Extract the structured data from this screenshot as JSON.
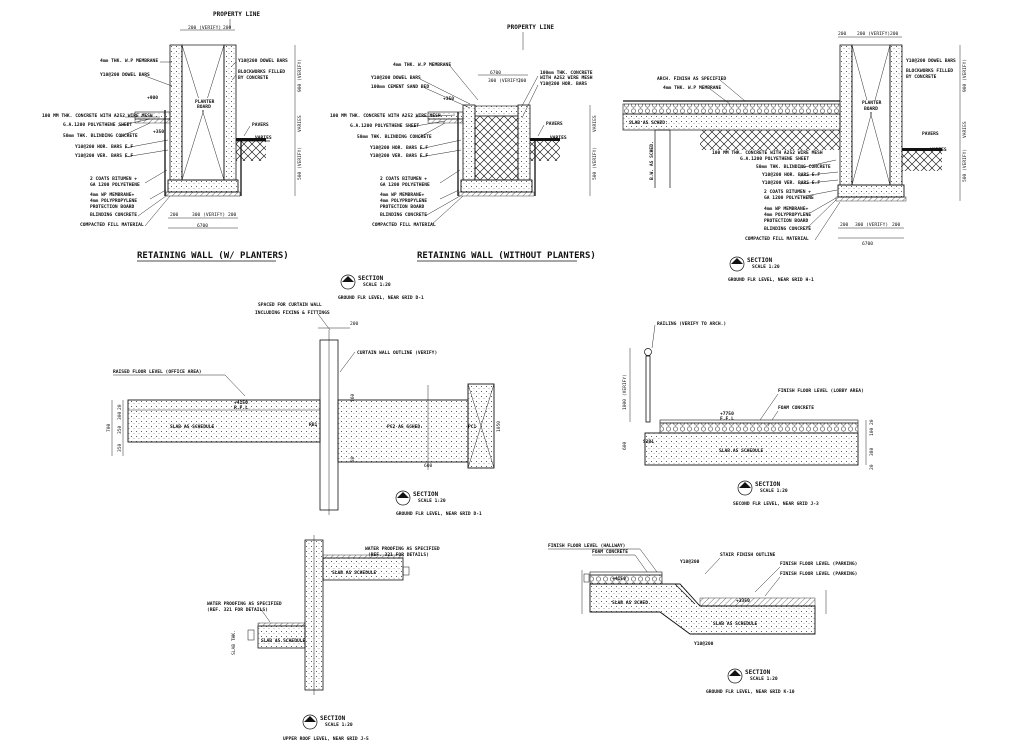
{
  "drawing": {
    "d1": {
      "property_line": "PROPERTY LINE",
      "top_dim": "200 (VERIFY)",
      "top_dim_side": "200",
      "notes_left": [
        "4mm THK. W.P MEMBRANE",
        "Y10@200 DOWEL BARS",
        "100 MM THK. CONCRETE WITH A252 WIRE MESH",
        "G.A.1200 POLYETHENE SHEET",
        "50mm THK. BLINDING CONCRETE",
        "Y10@200 HOR. BARS E.F",
        "Y10@200 VER. BARS E.F",
        "2 COATS BITUMEN +",
        "GA 1200 POLYETHENE",
        "4mm WP MEMBRANE+",
        "4mm POLYPROPYLENE",
        "PROTECTION BOARD",
        "BLINDING CONCRETE",
        "COMPACTED FILL MATERIAL"
      ],
      "notes_right": [
        "Y10@200 DOWEL BARS",
        "BLOCKWORKS FILLED",
        "BY CONCRETE",
        "PAVERS"
      ],
      "planter_label": [
        "PLANTER",
        "BOARD"
      ],
      "level": "+900",
      "level_low": "+350",
      "level_right": "VARIES",
      "dims_right": [
        "900 (VERIFY)",
        "VARIES",
        "500 (VERIFY)"
      ],
      "dims_bottom": [
        "200",
        "300 (VERIFY)",
        "200",
        "6700"
      ],
      "title": "RETAINING WALL (W/ PLANTERS)"
    },
    "d2": {
      "property_line": "PROPERTY LINE",
      "top_dim": "300 (VERIFY)",
      "top_dim_side": "200",
      "width_dim": "6700",
      "notes_left": [
        "4mm THK. W.P MEMBRANE",
        "Y10@200 DOWEL BARS",
        "100mm CEMENT SAND BED",
        "100 MM THK. CONCRETE WITH A252 WIRE MESH",
        "G.A.1200 POLYETHENE SHEET",
        "50mm THK. BLINDING CONCRETE",
        "Y10@200 HOR. BARS E.F",
        "Y10@200 VER. BARS E.F",
        "2 COATS BITUMEN +",
        "GA 1200 POLYETHENE",
        "4mm WP MEMBRANE+",
        "4mm POLYPROPYLENE",
        "PROTECTION BOARD",
        "BLINDING CONCRETE",
        "COMPACTED FILL MATERIAL"
      ],
      "notes_right": [
        "100mm THK. CONCRETE",
        "WITH A252 WIRE MESH",
        "Y10@200 HOR. BARS",
        "PAVERS"
      ],
      "level": "+350",
      "level_right": "VARIES",
      "dims_right": [
        "VARIES",
        "500 (VERIFY)"
      ],
      "title": "RETAINING WALL (WITHOUT PLANTERS)"
    },
    "d3": {
      "notes_top": [
        "ARCH. FINISH AS SPECIFIED",
        "4mm THK. W.P MEMBRANE"
      ],
      "slab_label": "SLAB AS SCHED.",
      "vert_label": "B.W. AS SCHED.",
      "top_dims": [
        "200",
        "200 (VERIFY)",
        "200"
      ],
      "notes_right": [
        "Y10@200 DOWEL BARS",
        "BLOCKWORKS FILLED",
        "BY CONCRETE"
      ],
      "notes_left": [
        "100 MM THK. CONCRETE WITH A252 WIRE MESH",
        "G.A.1200 POLYETHENE SHEET",
        "50mm THK. BLINDING CONCRETE",
        "Y10@200 HOR. BARS E.F",
        "Y10@200 VER. BARS E.F",
        "2 COATS BITUMEN +",
        "GA 1200 POLYETHENE",
        "4mm WP MEMBRANE+",
        "4mm POLYPROPYLENE",
        "PROTECTION BOARD",
        "BLINDING CONCRETE",
        "COMPACTED FILL MATERIAL"
      ],
      "planter_label": [
        "PLANTER",
        "BOARD"
      ],
      "pavers": "PAVERS",
      "level": "VARIES",
      "dims_right": [
        "900 (VERIFY)",
        "VARIES",
        "500 (VERIFY)"
      ],
      "dims_bottom": [
        "200",
        "300 (VERIFY)",
        "200",
        "6700"
      ],
      "section_word": "SECTION",
      "section_scale": "SCALE  1:20",
      "section_sub": "GROUND FLR LEVEL, NEAR GRID H-1"
    },
    "d4": {
      "section_word": "SECTION",
      "section_scale": "SCALE  1:20",
      "section_sub_top": "GROUND FLR LEVEL, NEAR GRID D-1",
      "note_curtain": [
        "SPACED FOR CURTAIN WALL",
        "INCLUDING FIXING & FITTINGS"
      ],
      "dim_200": "200",
      "curtain_outline": "CURTAIN WALL OUTLINE (VERIFY)",
      "raised_floor": "RAISED FLOOR LEVEL (OFFICE AREA)",
      "level": "+4150",
      "level_sub": "R.F.L",
      "slab": "SLAB AS SCHEDULE",
      "pc": "PC2 AS SCHED.",
      "left_tag": "RB1",
      "right_tag": "PC1",
      "dims_left": [
        "700",
        "350",
        "300",
        "20",
        "350"
      ],
      "dims_beam": [
        "160",
        "30",
        "600"
      ],
      "dim_right": "1050",
      "section_sub_bottom": "GROUND FLR LEVEL, NEAR GRID D-1"
    },
    "d5": {
      "railing": "RAILING (VERIFY TO ARCH.)",
      "dim_rail": "1000 (VERIFY)",
      "finish_floor": "FINISH FLOOR LEVEL (LOBBY AREA)",
      "foam": "FOAM CONCRETE",
      "level": "+7750",
      "level_sub": "F.F.L",
      "slab": "SLAB AS SCHEDULE",
      "tag": "S2B1",
      "dims_left": [
        "600"
      ],
      "dims_right": [
        "20",
        "100",
        "380",
        "20"
      ],
      "section_word": "SECTION",
      "section_scale": "SCALE  1:20",
      "section_sub": "SECOND FLR LEVEL, NEAR GRID J-3"
    },
    "d6": {
      "note1": [
        "WATER PROOFING AS SPECIFIED",
        "(REF. 321 FOR DETAILS)"
      ],
      "slab_top": "SLAB AS SCHEDULE",
      "note2": [
        "WATER PROOFING AS SPECIFIED",
        "(REF. 321 FOR DETAILS)"
      ],
      "slab_bot": "SLAB AS SCHEDULE",
      "dim_left": "SLAB THK.",
      "section_word": "SECTION",
      "section_scale": "SCALE  1:20",
      "section_sub": "UPPER ROOF LEVEL, NEAR GRID J-5"
    },
    "d7": {
      "finish_hallway": "FINISH FLOOR LEVEL (HALLWAY)",
      "foam": "FOAM CONCRETE",
      "stair_outline": "STAIR FINISH OUTLINE",
      "finish_parking1": "FINISH FLOOR LEVEL (PARKING)",
      "finish_parking2": "FINISH FLOOR LEVEL (PARKING)",
      "bar_top": "Y10@200",
      "bar_bot": "Y10@200",
      "level1": "+4150",
      "level2": "+3350",
      "slab_left": "SLAB AS SCHED.",
      "slab_right": "SLAB AS SCHEDULE",
      "section_word": "SECTION",
      "section_scale": "SCALE  1:20",
      "section_sub": "GROUND FLR LEVEL, NEAR GRID K-10"
    }
  }
}
